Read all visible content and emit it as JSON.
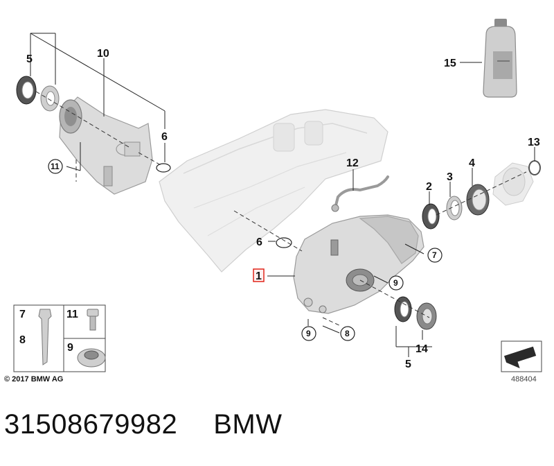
{
  "callouts": {
    "c1": "1",
    "c2": "2",
    "c3": "3",
    "c4": "4",
    "c5_top": "5",
    "c5_bottom": "5",
    "c6_top": "6",
    "c6_mid": "6",
    "c7_right": "7",
    "c7_legend": "7",
    "c8_right": "8",
    "c8_legend": "8",
    "c9_right": "9",
    "c9_lower": "9",
    "c9_legend": "9",
    "c10": "10",
    "c11_left": "11",
    "c11_legend": "11",
    "c12": "12",
    "c13": "13",
    "c14": "14",
    "c15": "15"
  },
  "copyright": "© 2017 BMW AG",
  "reference_number": "488404",
  "footer": {
    "part_number": "31508679982",
    "brand": "BMW"
  },
  "colors": {
    "part_fill": "#dcdcdc",
    "housing_fill": "#f0f0f0",
    "highlight_box": "#e0261b"
  }
}
